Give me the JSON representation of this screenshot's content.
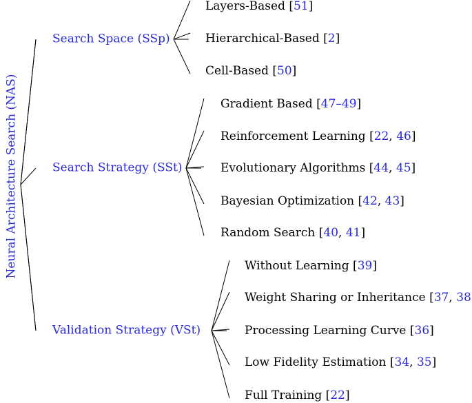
{
  "colors": {
    "category": "#2b2bd6",
    "text": "#000000",
    "citation": "#2b2bd6"
  },
  "root": {
    "label": "Neural Architecture Search (NAS)"
  },
  "branches": [
    {
      "label": "Search Space (SSp)",
      "leaves": [
        {
          "text": "Layers-Based",
          "refs": [
            "51"
          ]
        },
        {
          "text": "Hierarchical-Based",
          "refs": [
            "2"
          ]
        },
        {
          "text": "Cell-Based",
          "refs": [
            "50"
          ]
        }
      ]
    },
    {
      "label": "Search Strategy (SSt)",
      "leaves": [
        {
          "text": "Gradient Based",
          "refs": [
            "47–49"
          ]
        },
        {
          "text": "Reinforcement Learning",
          "refs": [
            "22",
            "46"
          ]
        },
        {
          "text": "Evolutionary Algorithms",
          "refs": [
            "44",
            "45"
          ]
        },
        {
          "text": "Bayesian Optimization",
          "refs": [
            "42",
            "43"
          ]
        },
        {
          "text": "Random Search",
          "refs": [
            "40",
            "41"
          ]
        }
      ]
    },
    {
      "label": "Validation Strategy (VSt)",
      "leaves": [
        {
          "text": "Without Learning",
          "refs": [
            "39"
          ]
        },
        {
          "text": "Weight Sharing or Inheritance",
          "refs": [
            "37",
            "38"
          ]
        },
        {
          "text": "Processing Learning Curve",
          "refs": [
            "36"
          ]
        },
        {
          "text": "Low Fidelity Estimation",
          "refs": [
            "34",
            "35"
          ]
        },
        {
          "text": "Full Training",
          "refs": [
            "22"
          ]
        }
      ]
    }
  ]
}
